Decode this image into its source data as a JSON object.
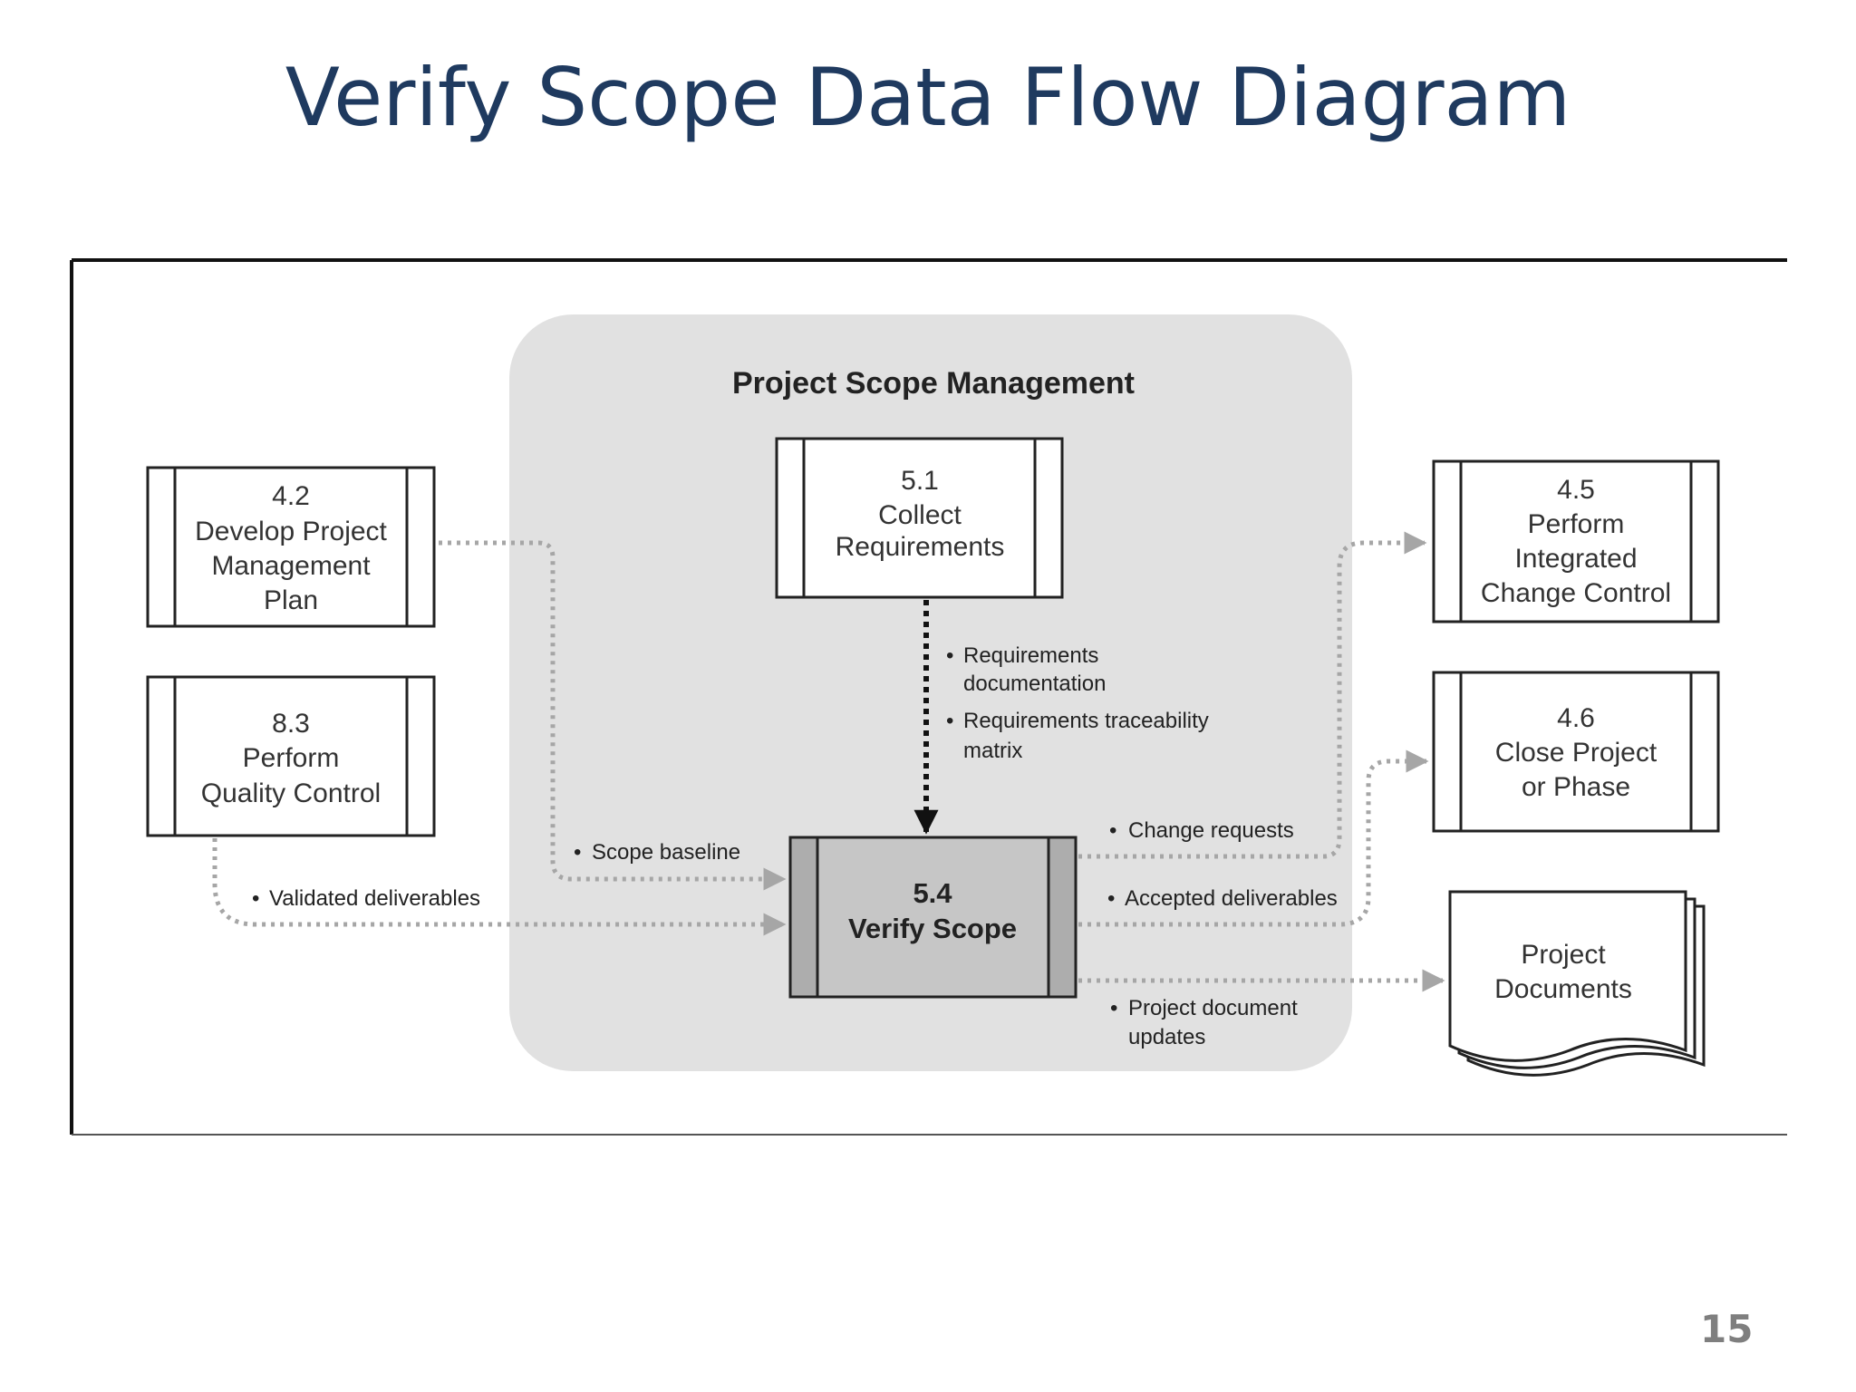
{
  "slide": {
    "title": "Verify Scope Data Flow Diagram",
    "page_number": "15"
  },
  "diagram": {
    "group_label": "Project Scope Management",
    "boxes": {
      "develop_plan": {
        "number": "4.2",
        "lines": [
          "Develop Project",
          "Management",
          "Plan"
        ]
      },
      "quality_control": {
        "number": "8.3",
        "lines": [
          "Perform",
          "Quality Control"
        ]
      },
      "collect_requirements": {
        "number": "5.1",
        "lines": [
          "Collect",
          "Requirements"
        ]
      },
      "verify_scope": {
        "number": "5.4",
        "lines": [
          "Verify Scope"
        ]
      },
      "change_control": {
        "number": "4.5",
        "lines": [
          "Perform",
          "Integrated",
          "Change Control"
        ]
      },
      "close_project": {
        "number": "4.6",
        "lines": [
          "Close Project",
          "or Phase"
        ]
      },
      "project_documents": {
        "lines": [
          "Project",
          "Documents"
        ]
      }
    },
    "flows": {
      "requirements_documentation": [
        "Requirements",
        "documentation"
      ],
      "traceability_matrix": [
        "Requirements traceability",
        "matrix"
      ],
      "scope_baseline": "Scope baseline",
      "validated_deliverables": "Validated deliverables",
      "change_requests": "Change requests",
      "accepted_deliverables": "Accepted deliverables",
      "project_document_updates": [
        "Project document",
        "updates"
      ]
    },
    "colors": {
      "group_fill": "#e1e1e1",
      "verify_fill": "#c6c6c6",
      "arrow_gray": "#a6a6a6",
      "arrow_black": "#111111"
    }
  }
}
